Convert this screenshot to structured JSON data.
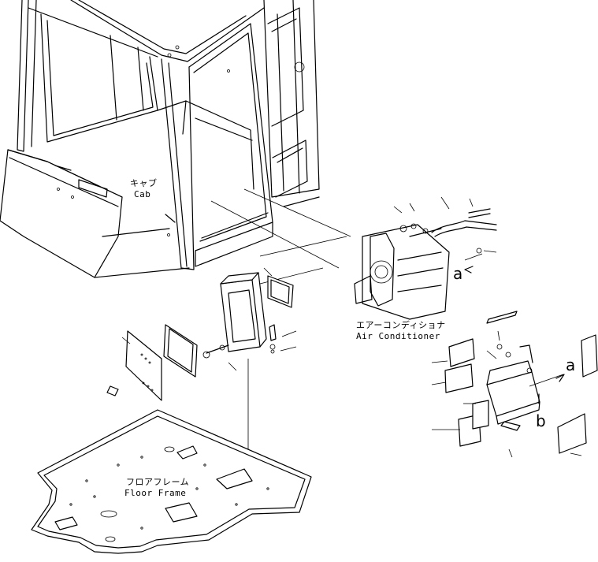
{
  "labels": {
    "cab_jp": "キャブ",
    "cab_en": "Cab",
    "ac_jp": "エアーコンディショナ",
    "ac_en": "Air Conditioner",
    "floor_jp": "フロアフレーム",
    "floor_en": "Floor Frame"
  },
  "refs": {
    "a_upper": "a",
    "a_lower": "a",
    "b_lower": "b"
  }
}
